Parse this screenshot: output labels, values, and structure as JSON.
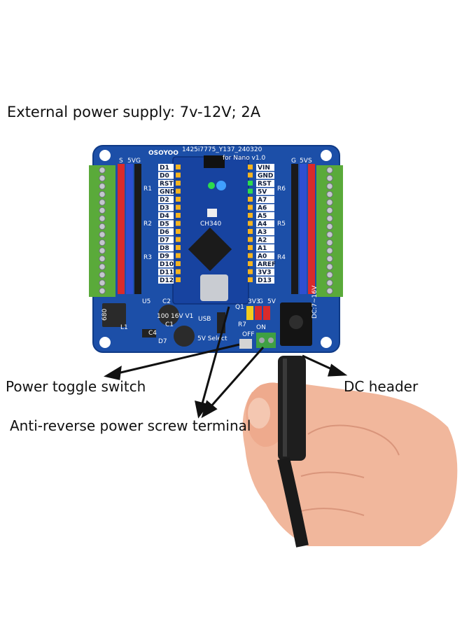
{
  "captions": {
    "headline": "External power supply:  7v-12V; 2A",
    "power_switch": "Power toggle switch",
    "dc_header": "DC header",
    "screw_terminal": "Anti-reverse power screw terminal"
  },
  "board": {
    "brand": "OSOYOO",
    "model_code": "1425i7775_Y137_240320",
    "board_name": "for Nano v1.0",
    "dc_rating": "DC:7~16V",
    "left_header_cols": [
      "S",
      "5V",
      "G"
    ],
    "right_header_cols": [
      "G",
      "5V",
      "S"
    ],
    "left_pins": [
      "D1",
      "D0",
      "RST",
      "GND",
      "D2",
      "D3",
      "D4",
      "D5",
      "D6",
      "D7",
      "D8",
      "D9",
      "D10",
      "D11",
      "D12"
    ],
    "right_pins": [
      "VIN",
      "GND",
      "RST",
      "5V",
      "A7",
      "A6",
      "A5",
      "A4",
      "A3",
      "A2",
      "A1",
      "A0",
      "AREF",
      "3V3",
      "D13"
    ],
    "resistor_labels": [
      "R1",
      "R2",
      "R3",
      "R6",
      "R5",
      "R4"
    ],
    "components": [
      "U5",
      "C2",
      "C1",
      "C4",
      "L1",
      "D7",
      "Q1",
      "R7",
      "USB",
      "5V Select",
      "3V3",
      "G",
      "5V",
      "ON",
      "OFF"
    ],
    "cap_marking": "100 16V V1",
    "inductor_marking": "680",
    "mcu_label": "CH340"
  },
  "colors": {
    "pcb": "#1c4fa8",
    "terminal": "#5aaa3a",
    "pin_red": "#d92b2b",
    "pin_blue": "#2d4fd1",
    "pin_black": "#1a1a1a",
    "led_green": "#2ddc4c",
    "led_blue": "#3fa0ff",
    "led_amber": "#f6b41f",
    "skin": "#f1b79c",
    "cable": "#1a1a1a"
  }
}
